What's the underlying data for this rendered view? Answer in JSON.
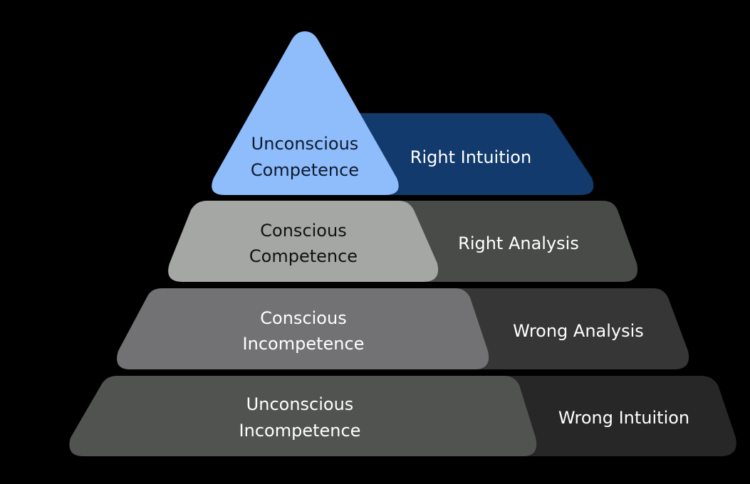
{
  "diagram": {
    "levels": [
      {
        "stage_line1": "Unconscious",
        "stage_line2": "Competence",
        "side_label": "Right Intuition",
        "stage_color": "#8fbcfb",
        "side_color": "#123a6c",
        "stage_text_color": "#0d1b2e",
        "side_text_color": "#ffffff"
      },
      {
        "stage_line1": "Conscious",
        "stage_line2": "Competence",
        "side_label": "Right Analysis",
        "stage_color": "#a5a7a4",
        "side_color": "#494b49",
        "stage_text_color": "#111111",
        "side_text_color": "#ffffff"
      },
      {
        "stage_line1": "Conscious",
        "stage_line2": "Incompetence",
        "side_label": "Wrong Analysis",
        "stage_color": "#727173",
        "side_color": "#363636",
        "stage_text_color": "#ffffff",
        "side_text_color": "#ffffff"
      },
      {
        "stage_line1": "Unconscious",
        "stage_line2": "Incompetence",
        "side_label": "Wrong Intuition",
        "stage_color": "#515351",
        "side_color": "#272727",
        "stage_text_color": "#ffffff",
        "side_text_color": "#ffffff"
      }
    ]
  }
}
